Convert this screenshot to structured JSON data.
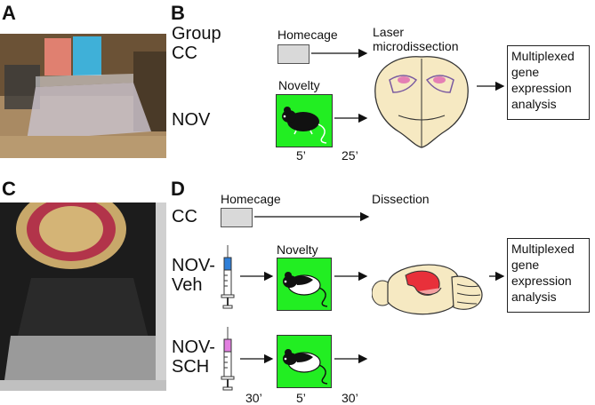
{
  "panels": {
    "a": {
      "letter": "A"
    },
    "b": {
      "letter": "B",
      "group_header": "Group",
      "group_cc": "CC",
      "group_nov": "NOV",
      "homecage_label": "Homecage",
      "novelty_label": "Novelty",
      "laser_label_line1": "Laser",
      "laser_label_line2": "microdissection",
      "output_line1": "Multiplexed",
      "output_line2": "gene",
      "output_line3": "expression",
      "output_line4": "analysis",
      "time_novelty": "5’",
      "time_after": "25’"
    },
    "c": {
      "letter": "C"
    },
    "d": {
      "letter": "D",
      "group_cc": "CC",
      "group_veh_line1": "NOV-",
      "group_veh_line2": "Veh",
      "group_sch_line1": "NOV-",
      "group_sch_line2": "SCH",
      "homecage_label": "Homecage",
      "novelty_label": "Novelty",
      "dissection_label": "Dissection",
      "output_line1": "Multiplexed",
      "output_line2": "gene",
      "output_line3": "expression",
      "output_line4": "analysis",
      "time_injection": "30’",
      "time_novelty": "5’",
      "time_after": "30’"
    }
  },
  "colors": {
    "novelty_green": "#22ee22",
    "homecage_grey": "#d9d9d9",
    "veh_syringe": "#2f7fd8",
    "sch_syringe": "#e27fe0",
    "brain_fill": "#f6e9c2",
    "striatum_red": "#e8303a"
  }
}
